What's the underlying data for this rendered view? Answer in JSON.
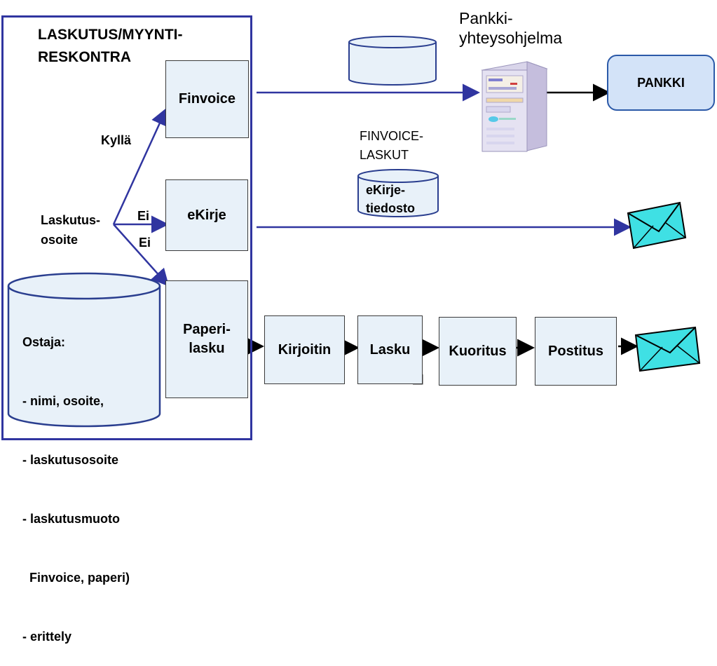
{
  "frame": {
    "title": "LASKUTUS/MYYNTI-\nRESKONTRA"
  },
  "boxes": {
    "finvoice": "Finvoice",
    "ekirje": "eKirje",
    "paperilasku": "Paperi-\nlasku",
    "kirjoitin": "Kirjoitin",
    "lasku": "Lasku",
    "kuoritus": "Kuoritus",
    "postitus": "Postitus"
  },
  "labels": {
    "kylla": "Kyllä",
    "ei1": "Ei",
    "ei2": "Ei",
    "laskutusosoite": "Laskutus-\nosoite",
    "finvoice_laskut": "FINVOICE-\nLASKUT",
    "ekirje_tiedosto": "eKirje-\ntiedosto",
    "pankki_ohjelma": "Pankki-\nyhteysohjelma",
    "pankki": "PANKKI"
  },
  "database": {
    "heading": "Ostaja:",
    "lines": [
      "- nimi, osoite,",
      "- laskutusosoite",
      "- laskutusmuoto",
      "  Finvoice, paperi)",
      "- erittely"
    ]
  },
  "icons": {
    "envelope": "envelope-icon",
    "server": "server-icon"
  },
  "colors": {
    "frame": "#3035a0",
    "arrow_blue": "#3035a0",
    "box_fill": "#e8f1f9",
    "pankki_fill": "#d3e3f8",
    "envelope_fill": "#3fe0e4"
  }
}
